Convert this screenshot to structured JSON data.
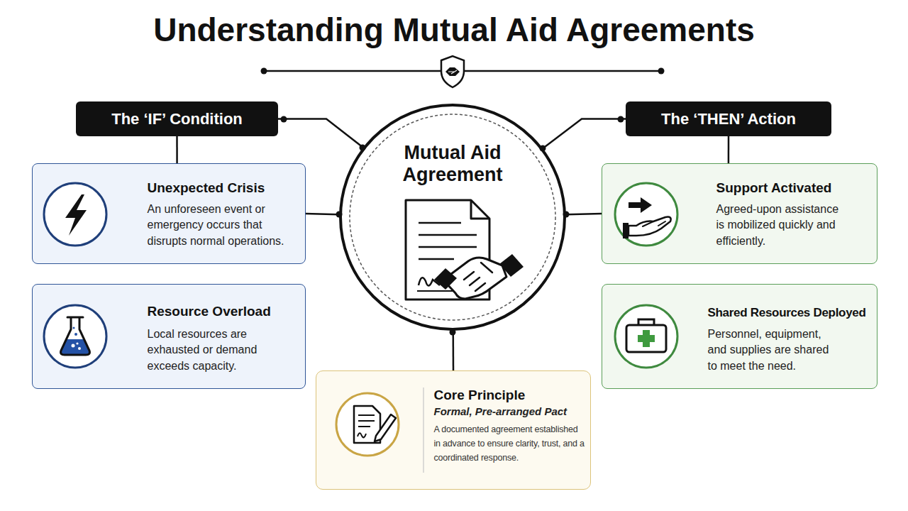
{
  "diagram": {
    "title": "Understanding Mutual Aid Agreements",
    "nodes": [
      {
        "text": [
          "The ‘IF’ Condition"
        ]
      },
      {
        "text": [
          "The ‘THEN’ Action"
        ]
      },
      {
        "text": [
          "Mutual Aid Agreement"
        ]
      },
      {
        "text": [
          "Unexpected Crisis",
          "An unforeseen event or emergency occurs that disrupts normal operations."
        ]
      },
      {
        "text": [
          "Resource Overload",
          "Local resources are exhausted or demand exceeds capacity."
        ]
      },
      {
        "text": [
          "Support Activated",
          "Agreed-upon assistance is mobilized quickly and efficiently."
        ]
      },
      {
        "text": [
          "Shared Resources Deployed",
          "Personnel, equipment, and supplies are shared to meet the need."
        ]
      },
      {
        "text": [
          "Core Principle",
          "Formal, Pre-arranged Pact",
          "A documented agreement established in advance to ensure clarity, trust, and a coordinated response."
        ]
      }
    ],
    "edges": [
      {
        "from": 0,
        "to": 2,
        "arrow": "none"
      },
      {
        "from": 1,
        "to": 2,
        "arrow": "none"
      },
      {
        "from": 0,
        "to": 3,
        "arrow": "none"
      },
      {
        "from": 1,
        "to": 5,
        "arrow": "none"
      },
      {
        "from": 3,
        "to": 2,
        "arrow": "none"
      },
      {
        "from": 5,
        "to": 2,
        "arrow": "none"
      },
      {
        "from": 2,
        "to": 7,
        "arrow": "none"
      }
    ]
  }
}
